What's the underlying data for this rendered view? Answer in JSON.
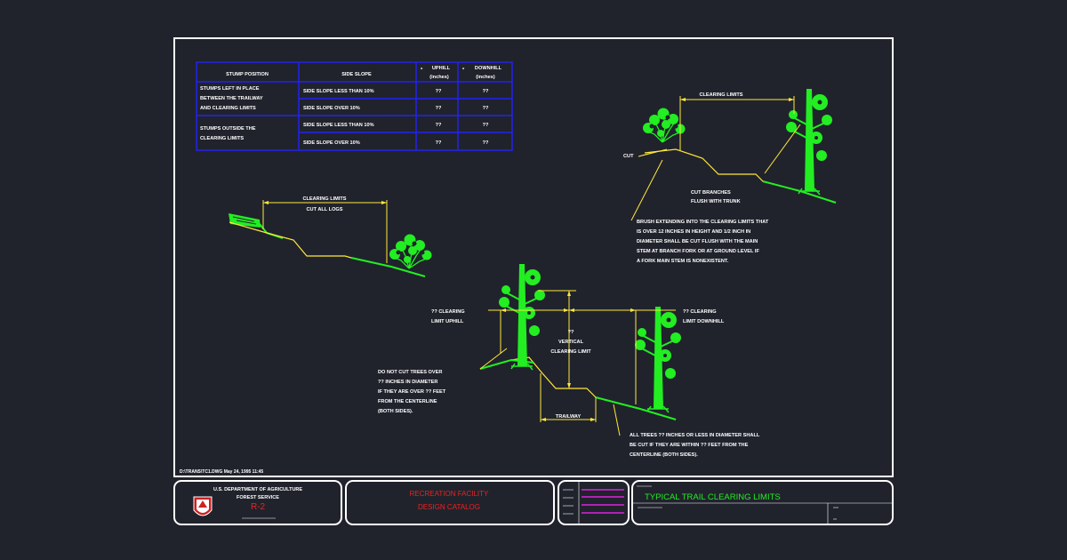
{
  "table": {
    "headers": [
      "STUMP POSITION",
      "SIDE SLOPE",
      "UPHILL",
      "(inches)",
      "DOWNHILL",
      "(inches)"
    ],
    "star": "*",
    "group1_label": [
      "STUMPS LEFT IN PLACE",
      "BETWEEN THE TRAILWAY",
      "AND CLEARING LIMITS"
    ],
    "group2_label": [
      "STUMPS OUTSIDE THE",
      "CLEARING LIMITS"
    ],
    "rows": [
      {
        "slope": "SIDE SLOPE LESS THAN 10%",
        "uphill": "??",
        "downhill": "??"
      },
      {
        "slope": "SIDE SLOPE OVER 10%",
        "uphill": "??",
        "downhill": "??"
      },
      {
        "slope": "SIDE SLOPE LESS THAN 10%",
        "uphill": "??",
        "downhill": "??"
      },
      {
        "slope": "SIDE SLOPE OVER 10%",
        "uphill": "??",
        "downhill": "??"
      }
    ]
  },
  "left_detail": {
    "clearing_limits": "CLEARING LIMITS",
    "cut_all_logs": "CUT ALL LOGS"
  },
  "right_detail": {
    "clearing_limits": "CLEARING LIMITS",
    "cut": "CUT",
    "cut_branches": [
      "CUT BRANCHES",
      "FLUSH WITH TRUNK"
    ],
    "brush_note": [
      "BRUSH EXTENDING INTO THE CLEARING LIMITS THAT",
      "IS OVER 12 INCHES IN HEIGHT AND 1/2 INCH IN",
      "DIAMETER SHALL BE CUT FLUSH WITH THE MAIN",
      "STEM AT BRANCH FORK OR AT GROUND LEVEL IF",
      "A FORK MAIN STEM IS NONEXISTENT."
    ]
  },
  "center_detail": {
    "uphill_limit": [
      "?? CLEARING",
      "LIMIT UPHILL"
    ],
    "downhill_limit": [
      "?? CLEARING",
      "LIMIT DOWNHILL"
    ],
    "vertical_limit": [
      "??",
      "VERTICAL",
      "CLEARING LIMIT"
    ],
    "trailway": "TRAILWAY",
    "do_not_cut": [
      "DO NOT CUT TREES OVER",
      "?? INCHES IN DIAMETER",
      "IF THEY ARE OVER ?? FEET",
      "FROM THE CENTERLINE",
      "(BOTH SIDES)."
    ],
    "all_trees": [
      "ALL TREES ?? INCHES OR LESS IN DIAMETER SHALL",
      "BE CUT IF THEY ARE WITHIN ?? FEET FROM THE",
      "CENTERLINE (BOTH SIDES)."
    ]
  },
  "file_path": "D:\\TRANS\\TC1.DWG  May 24, 1995 11:45",
  "title_block": {
    "agency": [
      "U.S. DEPARTMENT OF AGRICULTURE",
      "FOREST SERVICE"
    ],
    "region": "R-2",
    "catalog": [
      "RECREATION FACILITY",
      "DESIGN CATALOG"
    ],
    "drawing_title": "TYPICAL TRAIL CLEARING LIMITS"
  },
  "colors": {
    "background": "#20232c",
    "border": "#ffffff",
    "table_lines": "#2222ee",
    "dimension": "#ffe83a",
    "vegetation": "#22ee22",
    "catalog_text": "#ee2222",
    "title_text": "#22ee22",
    "stroke_lines": "#dd22dd"
  }
}
